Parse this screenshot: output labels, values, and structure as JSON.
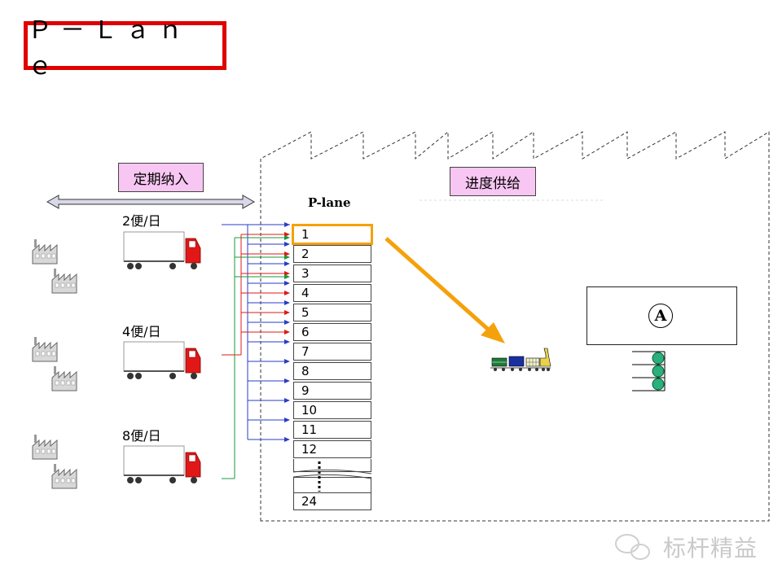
{
  "title": "Ｐ－Ｌａｎｅ",
  "labels": {
    "scheduled_delivery": "定期纳入",
    "progress_supply": "进度供给",
    "plane": "P-lane",
    "station": "A"
  },
  "trucks": [
    {
      "frequency": "2便/日"
    },
    {
      "frequency": "4便/日"
    },
    {
      "frequency": "8便/日"
    }
  ],
  "lanes": [
    {
      "num": "1",
      "dots": []
    },
    {
      "num": "2",
      "dots": [
        "green",
        "red",
        "blue"
      ]
    },
    {
      "num": "3",
      "dots": [
        "green",
        "red",
        "blue"
      ]
    },
    {
      "num": "4",
      "dots": [
        "red",
        "blue"
      ]
    },
    {
      "num": "5",
      "dots": [
        "red",
        "blue"
      ]
    },
    {
      "num": "6",
      "dots": [
        "red",
        "blue"
      ]
    },
    {
      "num": "7",
      "dots": [
        "blue"
      ]
    },
    {
      "num": "8",
      "dots": [
        "blue"
      ]
    },
    {
      "num": "9",
      "dots": [
        "blue"
      ]
    },
    {
      "num": "10",
      "dots": [
        "blue"
      ]
    },
    {
      "num": "11",
      "dots": [
        "blue"
      ]
    },
    {
      "num": "12",
      "dots": [
        "blue"
      ]
    }
  ],
  "last_lane": "24",
  "colors": {
    "green": "#1a9a3a",
    "red": "#e01818",
    "blue": "#2a3cc8",
    "highlight": "#f5a10b",
    "label_bg": "#f7c6f2",
    "teal": "#2ab07a"
  },
  "watermark": "标杆精益"
}
